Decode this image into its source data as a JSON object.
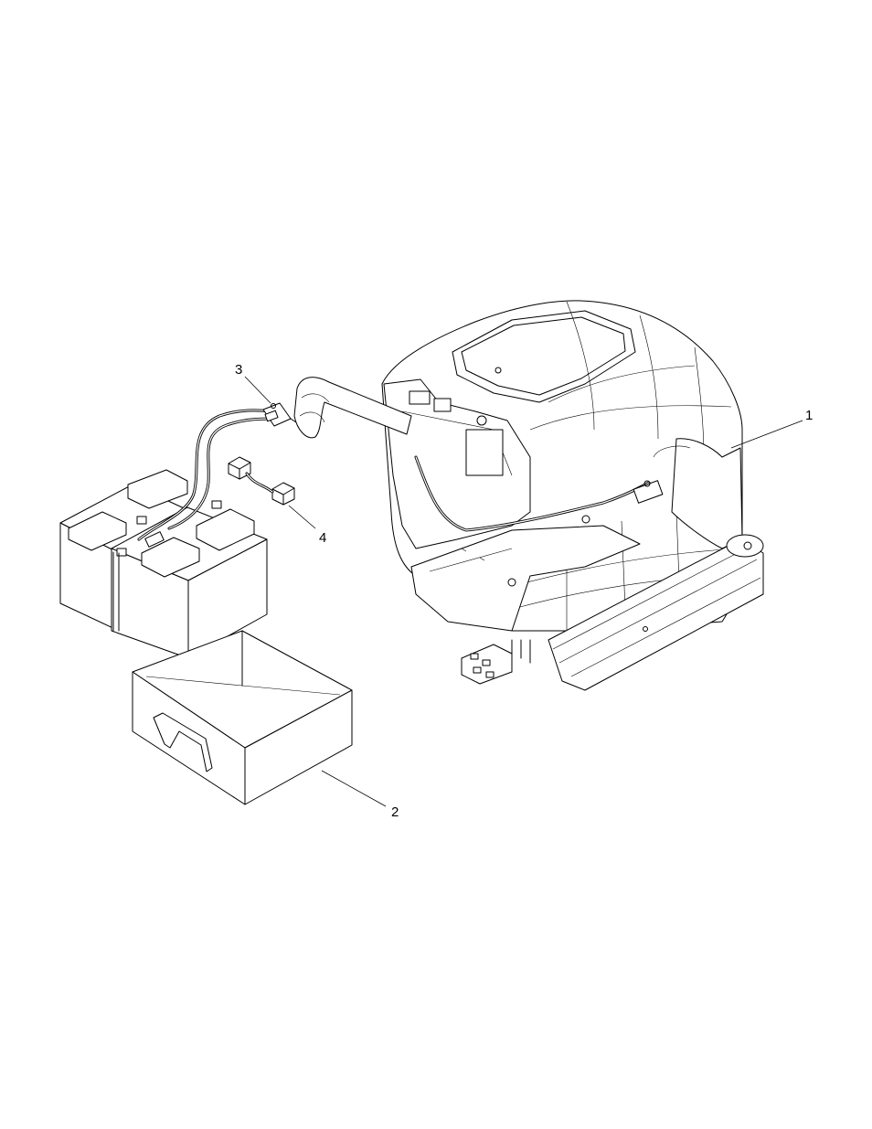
{
  "diagram": {
    "callouts": [
      {
        "id": "1",
        "label": "1"
      },
      {
        "id": "2",
        "label": "2"
      },
      {
        "id": "3",
        "label": "3"
      },
      {
        "id": "4",
        "label": "4"
      }
    ],
    "parts": [
      "machine-body",
      "battery-tray",
      "battery-pack",
      "battery-cable-harness",
      "jumper-cable"
    ]
  }
}
